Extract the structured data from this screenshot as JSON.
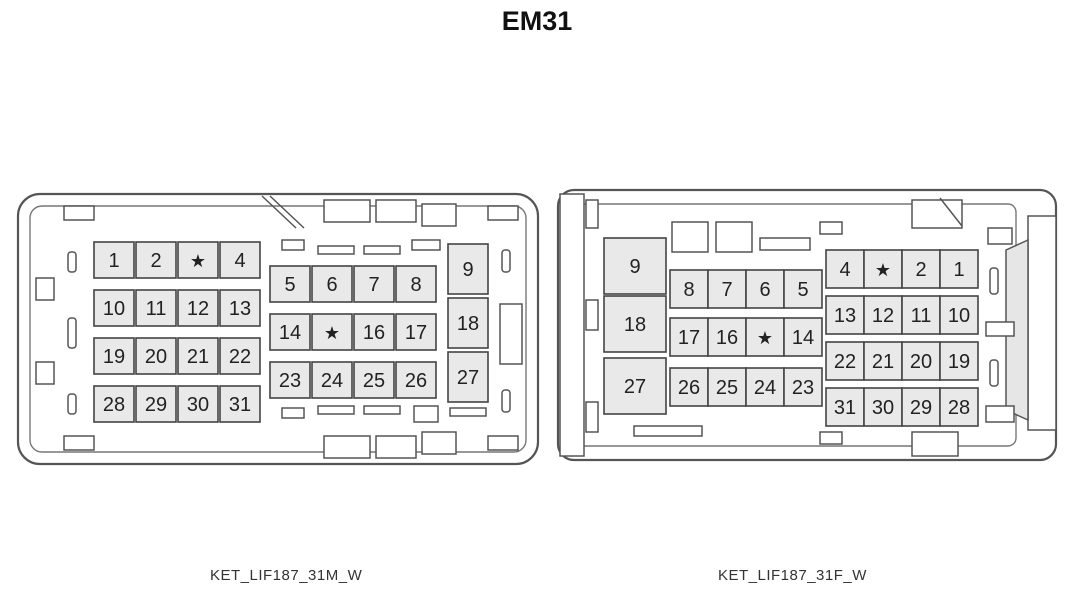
{
  "title": "EM31",
  "connectors": [
    {
      "caption": "KET_LIF187_31M_W",
      "pins": [
        "1",
        "2",
        "★",
        "4",
        "5",
        "6",
        "7",
        "8",
        "9",
        "10",
        "11",
        "12",
        "13",
        "14",
        "★",
        "16",
        "17",
        "18",
        "19",
        "20",
        "21",
        "22",
        "23",
        "24",
        "25",
        "26",
        "27",
        "28",
        "29",
        "30",
        "31"
      ]
    },
    {
      "caption": "KET_LIF187_31F_W",
      "pins": [
        "9",
        "8",
        "7",
        "6",
        "5",
        "4",
        "★",
        "2",
        "1",
        "18",
        "17",
        "16",
        "★",
        "14",
        "13",
        "12",
        "11",
        "10",
        "22",
        "21",
        "20",
        "19",
        "27",
        "26",
        "25",
        "24",
        "23",
        "31",
        "30",
        "29",
        "28"
      ]
    }
  ]
}
